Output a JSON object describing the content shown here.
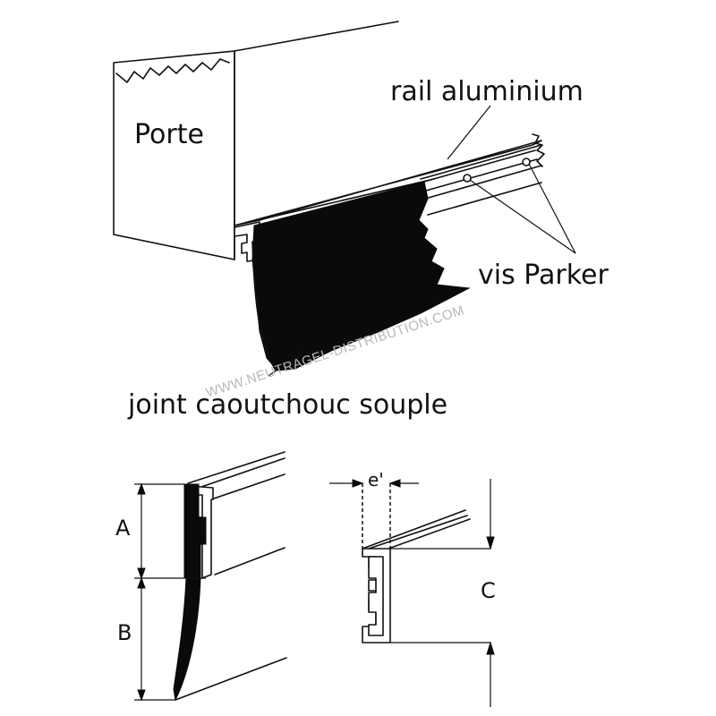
{
  "labels": {
    "door": "Porte",
    "rail": "rail aluminium",
    "screws": "vis Parker",
    "seal": "joint caoutchouc souple",
    "dim_a": "A",
    "dim_b": "B",
    "dim_c": "C",
    "dim_e": "e'"
  },
  "watermark": "WWW.NEUTRAGEL-DISTRIBUTION.COM"
}
